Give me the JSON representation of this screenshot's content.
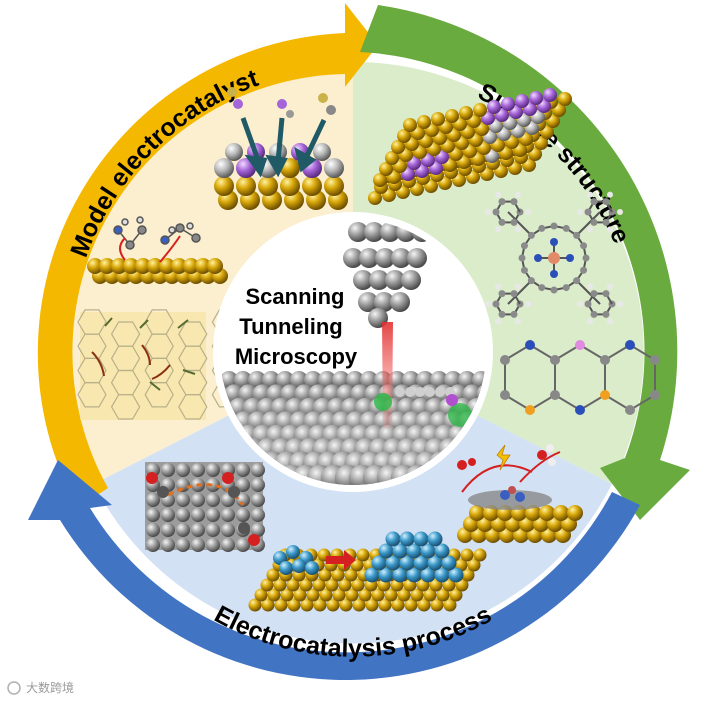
{
  "center": {
    "line1": "Scanning",
    "line2": "Tunneling",
    "line3": "Microscopy"
  },
  "ring": {
    "model": "Model electrocatalyst",
    "surface": "Surface structure",
    "process": "Electrocatalysis process"
  },
  "watermark": "大数跨境",
  "colors": {
    "ring_yellow": "#f5b800",
    "ring_green": "#6aab3f",
    "ring_blue": "#4274c4",
    "sector_yellow": "#fbefcf",
    "sector_green": "#dbeccb",
    "sector_blue": "#d3e1f4"
  }
}
